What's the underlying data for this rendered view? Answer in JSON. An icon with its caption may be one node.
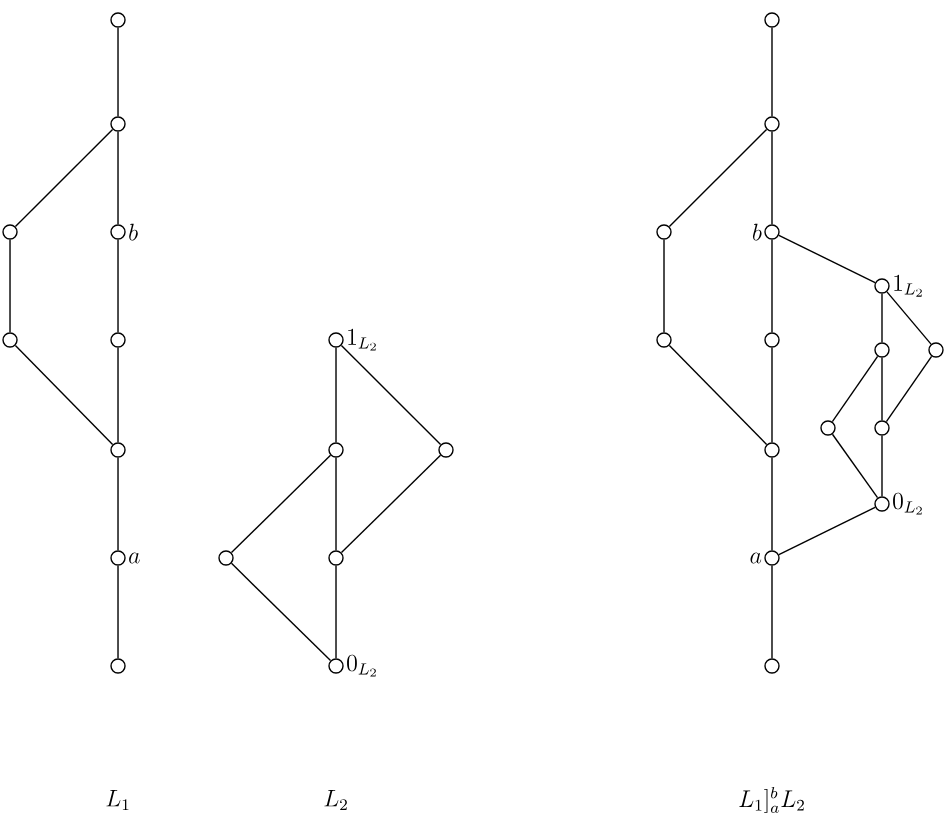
{
  "diagram": {
    "nodes": [
      {
        "text": [],
        "shape": "circle"
      },
      {
        "text": [],
        "shape": "circle"
      },
      {
        "text": [],
        "shape": "circle"
      },
      {
        "text": [],
        "shape": "circle",
        "beside": [
          "b"
        ]
      },
      {
        "text": [],
        "shape": "circle"
      },
      {
        "text": [],
        "shape": "circle"
      },
      {
        "text": [],
        "shape": "circle"
      },
      {
        "text": [],
        "shape": "circle",
        "beside": [
          "a"
        ]
      },
      {
        "text": [],
        "shape": "circle"
      },
      {
        "text": [],
        "shape": "circle",
        "beside": [
          "1_{L_2}"
        ]
      },
      {
        "text": [],
        "shape": "circle"
      },
      {
        "text": [],
        "shape": "circle"
      },
      {
        "text": [],
        "shape": "circle"
      },
      {
        "text": [],
        "shape": "circle"
      },
      {
        "text": [],
        "shape": "circle",
        "beside": [
          "0_{L_2}"
        ]
      },
      {
        "text": [],
        "shape": "circle"
      },
      {
        "text": [],
        "shape": "circle"
      },
      {
        "text": [],
        "shape": "circle"
      },
      {
        "text": [],
        "shape": "circle",
        "beside": [
          "b"
        ]
      },
      {
        "text": [],
        "shape": "circle",
        "beside": [
          "1_{L_2}"
        ]
      },
      {
        "text": [],
        "shape": "circle"
      },
      {
        "text": [],
        "shape": "circle"
      },
      {
        "text": [],
        "shape": "circle"
      },
      {
        "text": [],
        "shape": "circle"
      },
      {
        "text": [],
        "shape": "circle"
      },
      {
        "text": [],
        "shape": "circle"
      },
      {
        "text": [],
        "shape": "circle"
      },
      {
        "text": [],
        "shape": "circle",
        "beside": [
          "0_{L_2}"
        ]
      },
      {
        "text": [],
        "shape": "circle",
        "beside": [
          "a"
        ]
      },
      {
        "text": [],
        "shape": "circle"
      }
    ],
    "edges": [
      {
        "from": 0,
        "to": 1,
        "arrow": "none"
      },
      {
        "from": 1,
        "to": 2,
        "arrow": "none"
      },
      {
        "from": 1,
        "to": 3,
        "arrow": "none"
      },
      {
        "from": 2,
        "to": 4,
        "arrow": "none"
      },
      {
        "from": 3,
        "to": 5,
        "arrow": "none"
      },
      {
        "from": 5,
        "to": 6,
        "arrow": "none"
      },
      {
        "from": 4,
        "to": 6,
        "arrow": "none"
      },
      {
        "from": 6,
        "to": 7,
        "arrow": "none"
      },
      {
        "from": 7,
        "to": 8,
        "arrow": "none"
      },
      {
        "from": 9,
        "to": 10,
        "arrow": "none"
      },
      {
        "from": 9,
        "to": 11,
        "arrow": "none"
      },
      {
        "from": 10,
        "to": 12,
        "arrow": "none"
      },
      {
        "from": 10,
        "to": 13,
        "arrow": "none"
      },
      {
        "from": 11,
        "to": 13,
        "arrow": "none"
      },
      {
        "from": 12,
        "to": 14,
        "arrow": "none"
      },
      {
        "from": 13,
        "to": 14,
        "arrow": "none"
      },
      {
        "from": 15,
        "to": 16,
        "arrow": "none"
      },
      {
        "from": 16,
        "to": 17,
        "arrow": "none"
      },
      {
        "from": 16,
        "to": 18,
        "arrow": "none"
      },
      {
        "from": 17,
        "to": 20,
        "arrow": "none"
      },
      {
        "from": 18,
        "to": 21,
        "arrow": "none"
      },
      {
        "from": 21,
        "to": 26,
        "arrow": "none"
      },
      {
        "from": 20,
        "to": 26,
        "arrow": "none"
      },
      {
        "from": 26,
        "to": 28,
        "arrow": "none"
      },
      {
        "from": 28,
        "to": 29,
        "arrow": "none"
      },
      {
        "from": 18,
        "to": 19,
        "arrow": "none"
      },
      {
        "from": 19,
        "to": 22,
        "arrow": "none"
      },
      {
        "from": 19,
        "to": 23,
        "arrow": "none"
      },
      {
        "from": 22,
        "to": 24,
        "arrow": "none"
      },
      {
        "from": 22,
        "to": 25,
        "arrow": "none"
      },
      {
        "from": 23,
        "to": 25,
        "arrow": "none"
      },
      {
        "from": 24,
        "to": 27,
        "arrow": "none"
      },
      {
        "from": 25,
        "to": 27,
        "arrow": "none"
      },
      {
        "from": 27,
        "to": 28,
        "arrow": "none"
      }
    ],
    "labels": [
      "L_1",
      "L_2",
      "L_1]^b_a L_2"
    ]
  }
}
